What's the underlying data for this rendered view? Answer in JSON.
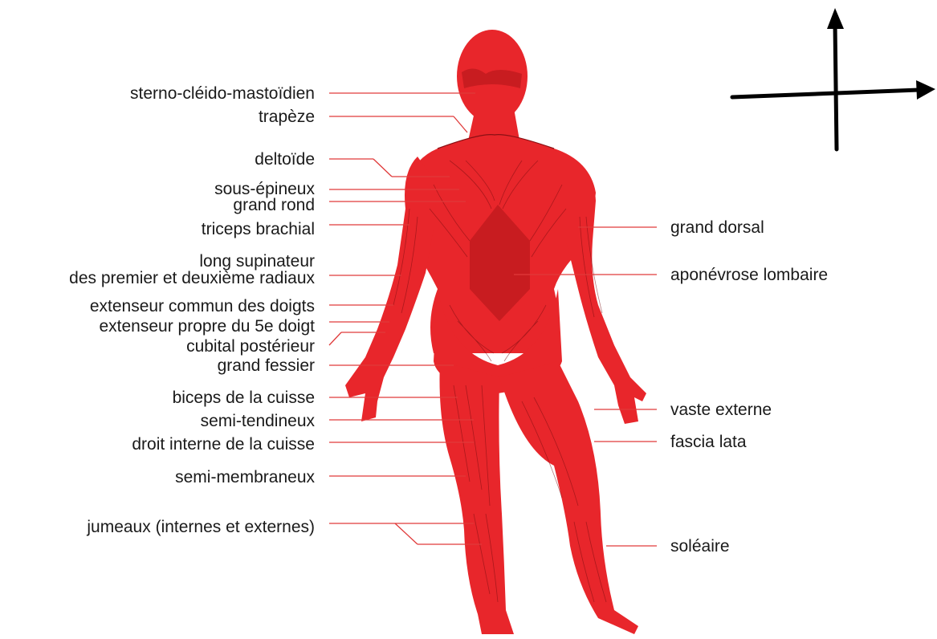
{
  "figure": {
    "labels_left": [
      {
        "id": "sterno",
        "text": "sterno-cléido-mastoïdien"
      },
      {
        "id": "trapeze",
        "text": "trapèze"
      },
      {
        "id": "deltoide",
        "text": "deltoïde"
      },
      {
        "id": "sous-epineux",
        "text": "sous-épineux"
      },
      {
        "id": "grand-rond",
        "text": "grand rond"
      },
      {
        "id": "triceps",
        "text": "triceps brachial"
      },
      {
        "id": "long-supinateur",
        "text": "long supinateur"
      },
      {
        "id": "premier-deuxieme",
        "text": "des premier et deuxième radiaux"
      },
      {
        "id": "extenseur-commun",
        "text": "extenseur commun des doigts"
      },
      {
        "id": "extenseur-propre",
        "text": "extenseur propre du 5e doigt"
      },
      {
        "id": "cubital",
        "text": "cubital postérieur"
      },
      {
        "id": "grand-fessier",
        "text": "grand fessier"
      },
      {
        "id": "biceps-cuisse",
        "text": "biceps de la cuisse"
      },
      {
        "id": "semi-tendineux",
        "text": "semi-tendineux"
      },
      {
        "id": "droit-interne",
        "text": "droit interne de la cuisse"
      },
      {
        "id": "semi-membraneux",
        "text": "semi-membraneux"
      },
      {
        "id": "jumeaux",
        "text": "jumeaux (internes et externes)"
      }
    ],
    "labels_right": [
      {
        "id": "grand-dorsal",
        "text": "grand dorsal"
      },
      {
        "id": "aponevrose",
        "text": "aponévrose lombaire"
      },
      {
        "id": "vaste-externe",
        "text": "vaste externe"
      },
      {
        "id": "fascia-lata",
        "text": "fascia lata"
      },
      {
        "id": "soleaire",
        "text": "soléaire"
      }
    ],
    "colors": {
      "muscle": "#e8262b",
      "muscle_dark": "#c81c20",
      "leader_line": "#e03a3a",
      "text": "#1a1a1a",
      "axes": "#000000"
    }
  }
}
